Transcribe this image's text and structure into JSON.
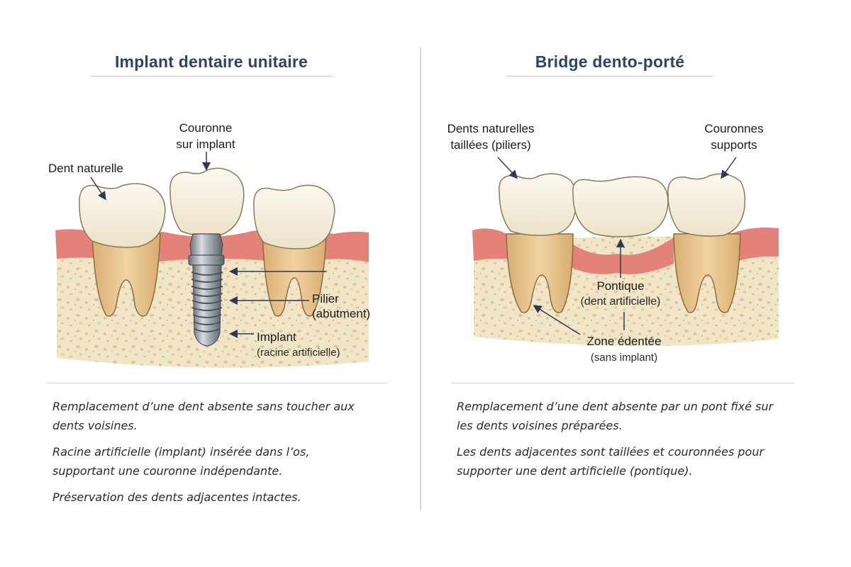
{
  "left": {
    "title": "Implant dentaire unitaire",
    "labels": {
      "natural_tooth": "Dent naturelle",
      "crown_line1": "Couronne",
      "crown_line2": "sur implant",
      "abutment_line1": "Pilier",
      "abutment_line2": "(abutment)",
      "implant_line1": "Implant",
      "implant_line2": "(racine artificielle)"
    },
    "paragraphs": [
      "Remplacement d’une dent absente sans toucher aux dents voisines.",
      "Racine artificielle (implant) insérée dans l’os, supportant une couronne indépendante.",
      "Préservation des dents adjacentes intactes."
    ]
  },
  "right": {
    "title": "Bridge dento-porté",
    "labels": {
      "abutments_line1": "Dents naturelles",
      "abutments_line2": "taillées (piliers)",
      "crowns_line1": "Couronnes",
      "crowns_line2": "supports",
      "pontic_line1": "Pontique",
      "pontic_line2": "(dent artificielle)",
      "zone_line1": "Zone édentée",
      "zone_line2": "(sans implant)"
    },
    "paragraphs": [
      "Remplacement d’une dent absente par un pont fixé sur les dents voisines préparées.",
      "Les dents adjacentes sont taillées et couronnées pour supporter une dent artificielle (pontique)."
    ]
  },
  "colors": {
    "title": "#2e4466",
    "gum": "#e4827a",
    "bone": "#f1e5c8",
    "enamel": "#f6f1e4",
    "root": "#e7c48e",
    "implant": "#9aa0a8"
  }
}
